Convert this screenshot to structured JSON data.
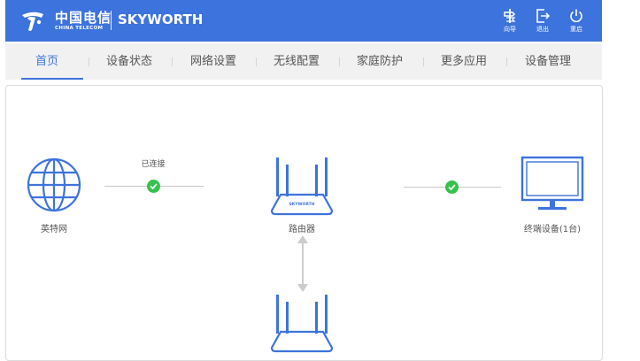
{
  "header": {
    "logo_cn": "中国电信",
    "logo_en": "CHINA TELECOM",
    "brand": "SKYWORTH",
    "buttons": [
      {
        "label": "向导",
        "icon": "wizard-icon"
      },
      {
        "label": "退出",
        "icon": "logout-icon"
      },
      {
        "label": "重启",
        "icon": "power-icon"
      }
    ],
    "colors": {
      "primary": "#3d73dc"
    }
  },
  "nav": {
    "items": [
      {
        "label": "首页",
        "active": true
      },
      {
        "label": "设备状态"
      },
      {
        "label": "网络设置"
      },
      {
        "label": "无线配置"
      },
      {
        "label": "家庭防护"
      },
      {
        "label": "更多应用"
      },
      {
        "label": "设备管理"
      }
    ]
  },
  "topology": {
    "internet_label": "英特网",
    "connection_status": "已连接",
    "router_label": "路由器",
    "router_brand": "SKYWORTH",
    "terminal_label": "终端设备(1台)",
    "colors": {
      "ok": "#34c24c",
      "device": "#3d73dc"
    }
  }
}
